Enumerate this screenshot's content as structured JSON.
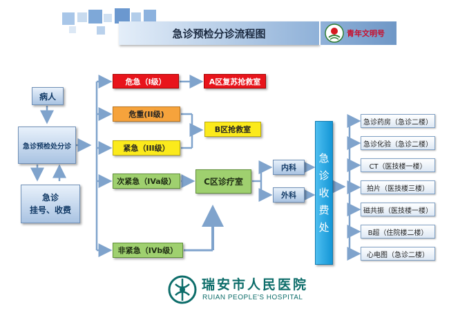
{
  "header": {
    "title": "急诊预检分诊流程图",
    "badge_text": "青年文明号"
  },
  "nodes": {
    "patient": "病人",
    "triage": "急诊预检处分诊",
    "registration_line1": "急诊",
    "registration_line2": "挂号、收费",
    "level1": "危急（Ⅰ级）",
    "level2": "危重(II级)",
    "level3": "紧急（III级）",
    "level4a": "次紧急（IVa级）",
    "level4b": "非紧急（IVb级）",
    "area_a": "A区复苏抢救室",
    "area_b": "B区抢救室",
    "area_c": "C区诊疗室",
    "internal": "内科",
    "surgery": "外科",
    "payment_chars": [
      "急",
      "诊",
      "收",
      "费",
      "处"
    ],
    "services": [
      "急诊药房（急诊二楼）",
      "急诊化验（急诊二楼）",
      "CT（医技楼一楼）",
      "拍片（医技楼三楼）",
      "磁共振（医技楼一楼）",
      "B超（住院楼二楼）",
      "心电图（急诊二楼）"
    ]
  },
  "footer": {
    "hospital_cn": "瑞安市人民医院",
    "hospital_en": "RUIAN PEOPLE'S HOSPITAL"
  },
  "colors": {
    "red": "#e8141b",
    "orange": "#f6a33c",
    "yellow": "#fbea1c",
    "green": "#9fd06f",
    "blue_header": "#8fb1d8",
    "payment_blue": "#19a4e3",
    "teal_logo": "#0d6d6a"
  }
}
